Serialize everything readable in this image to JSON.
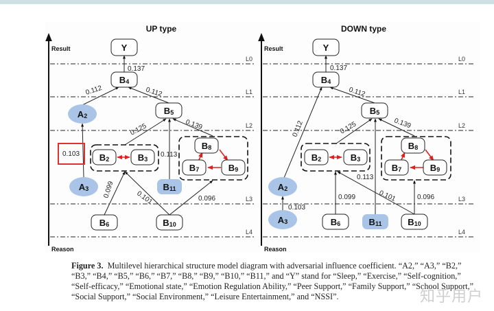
{
  "panels": [
    {
      "title": "UP type",
      "axis_top": "Result",
      "axis_bottom": "Reason",
      "levels": [
        "L0",
        "L1",
        "L2",
        "L3",
        "L4"
      ],
      "nodes": {
        "Y": {
          "label": "Y",
          "sub": ""
        },
        "B4": {
          "label": "B",
          "sub": "4"
        },
        "A2": {
          "label": "A",
          "sub": "2"
        },
        "B5": {
          "label": "B",
          "sub": "5"
        },
        "B2": {
          "label": "B",
          "sub": "2"
        },
        "B3": {
          "label": "B",
          "sub": "3"
        },
        "B8": {
          "label": "B",
          "sub": "8"
        },
        "B7": {
          "label": "B",
          "sub": "7"
        },
        "B9": {
          "label": "B",
          "sub": "9"
        },
        "A3": {
          "label": "A",
          "sub": "3"
        },
        "B11": {
          "label": "B",
          "sub": "11"
        },
        "B6": {
          "label": "B",
          "sub": "6"
        },
        "B10": {
          "label": "B",
          "sub": "10"
        }
      },
      "coefficients": {
        "B4_Y": "0.137",
        "A2_B4": "0.112",
        "B5_B4": "0.112",
        "G23_B5": "0.125",
        "B11_B5": "0.113",
        "G789_B5": "0.139",
        "A3_A2": "0.103",
        "B6_G23": "0.099",
        "B10_G23": "0.101",
        "B10_G789": "0.096"
      }
    },
    {
      "title": "DOWN type",
      "axis_top": "Result",
      "axis_bottom": "Reason",
      "levels": [
        "L0",
        "L1",
        "L2",
        "L3",
        "L4"
      ],
      "nodes": {
        "Y": {
          "label": "Y",
          "sub": ""
        },
        "B4": {
          "label": "B",
          "sub": "4"
        },
        "B5": {
          "label": "B",
          "sub": "5"
        },
        "B2": {
          "label": "B",
          "sub": "2"
        },
        "B3": {
          "label": "B",
          "sub": "3"
        },
        "B8": {
          "label": "B",
          "sub": "8"
        },
        "B7": {
          "label": "B",
          "sub": "7"
        },
        "B9": {
          "label": "B",
          "sub": "9"
        },
        "A2": {
          "label": "A",
          "sub": "2"
        },
        "A3": {
          "label": "A",
          "sub": "3"
        },
        "B6": {
          "label": "B",
          "sub": "6"
        },
        "B11": {
          "label": "B",
          "sub": "11"
        },
        "B10": {
          "label": "B",
          "sub": "10"
        }
      },
      "coefficients": {
        "B4_Y": "0.137",
        "A2_B4": "0.112",
        "B5_B4": "0.112",
        "G23_B5": "0.125",
        "B11_B5": "0.113",
        "G789_B5": "0.139",
        "A3_A2": "0.103",
        "B6_G23": "0.099",
        "B10_G23": "0.101",
        "B10_G789": "0.096"
      }
    }
  ],
  "caption": {
    "label": "Figure 3.",
    "text": "Multilevel hierarchical structure model diagram with adversarial influence coefficient. “A2,” “A3,” “B2,” “B3,” “B4,” “B5,” “B6,” “B7,” “B8,” “B9,” “B10,” “B11,” and “Y” stand for “Sleep,” “Exercise,” “Self-cognition,” “Self-efficacy,” “Emotional state,” “Emotion Regulation Ability,” “Peer Support,” “Family Support,” “School Support,” “Social Support,” “Social Environment,” “Leisure Entertainment,” and “NSSI”."
  },
  "watermark": "知乎用户",
  "colors": {
    "highlight_node": "#a9c4e6",
    "feedback_arrow": "#e02020",
    "highlight_box": "#e03030"
  }
}
